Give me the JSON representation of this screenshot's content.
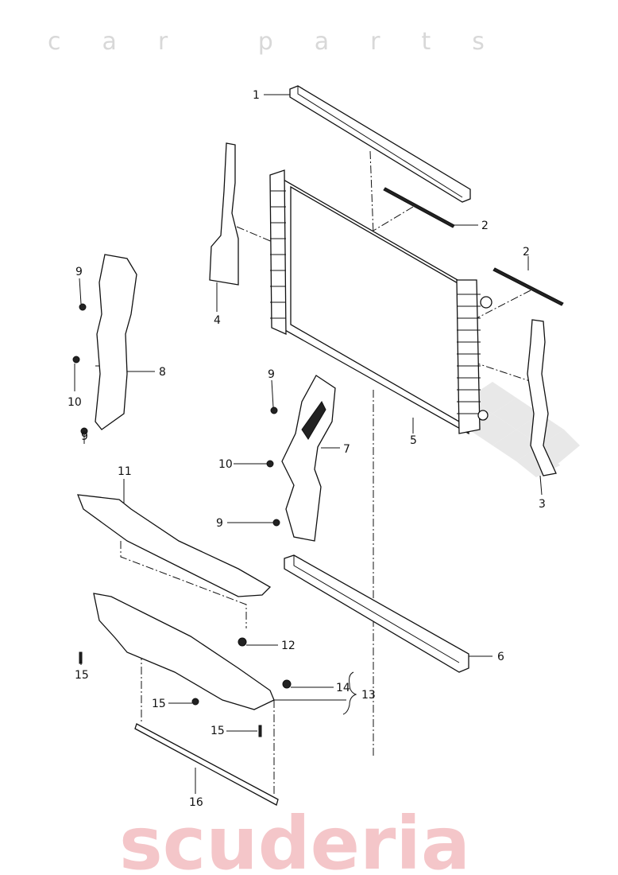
{
  "watermark": {
    "brand": "scuderia",
    "sub": "car parts",
    "color": "#f4c6c9"
  },
  "callouts": [
    {
      "id": "1"
    },
    {
      "id": "2"
    },
    {
      "id": "2"
    },
    {
      "id": "3"
    },
    {
      "id": "4"
    },
    {
      "id": "5"
    },
    {
      "id": "6"
    },
    {
      "id": "7"
    },
    {
      "id": "8"
    },
    {
      "id": "9"
    },
    {
      "id": "10"
    },
    {
      "id": "9"
    },
    {
      "id": "9"
    },
    {
      "id": "10"
    },
    {
      "id": "9"
    },
    {
      "id": "11"
    },
    {
      "id": "12"
    },
    {
      "id": "13"
    },
    {
      "id": "14"
    },
    {
      "id": "15"
    },
    {
      "id": "15"
    },
    {
      "id": "15"
    },
    {
      "id": "16"
    }
  ]
}
